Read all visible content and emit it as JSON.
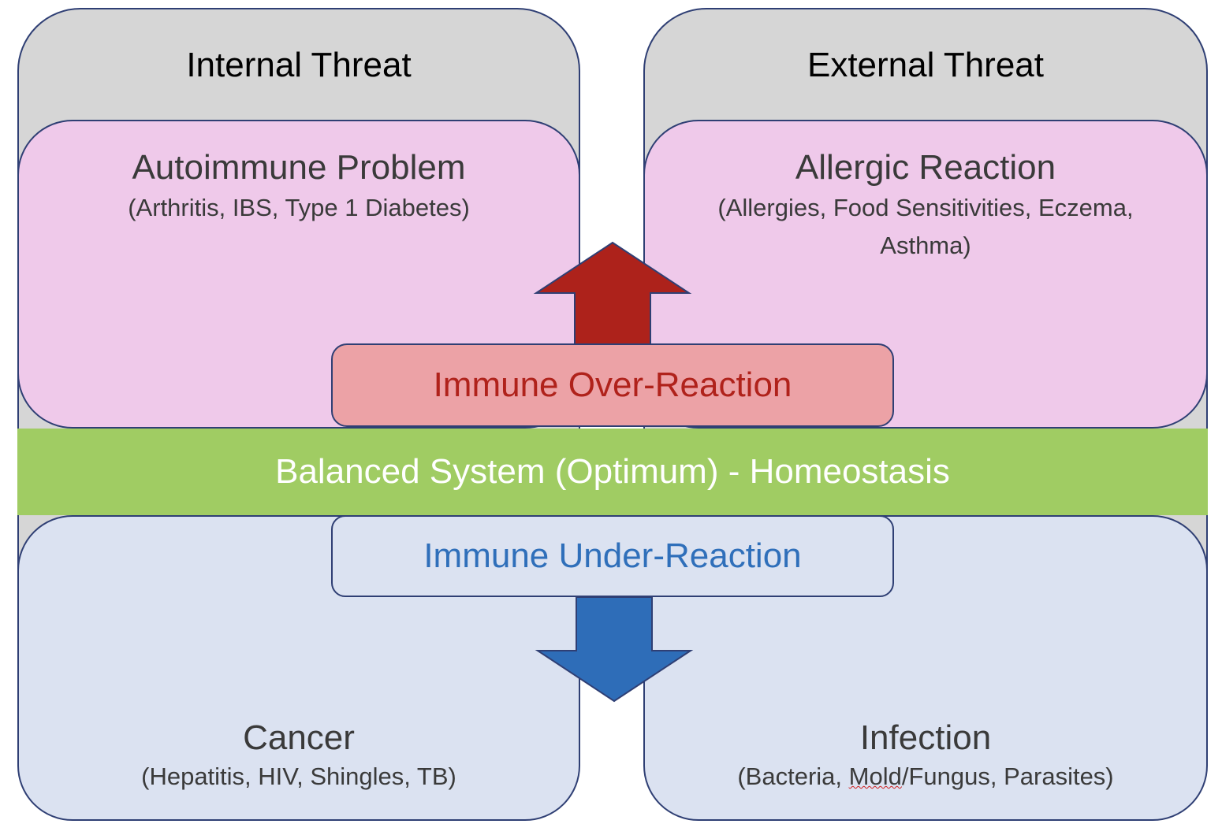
{
  "columns": {
    "internal": {
      "title": "Internal Threat"
    },
    "external": {
      "title": "External Threat"
    }
  },
  "quadrants": {
    "autoimmune": {
      "title": "Autoimmune Problem",
      "examples": "(Arthritis, IBS, Type 1 Diabetes)"
    },
    "allergic": {
      "title": "Allergic Reaction",
      "examples_line1": "(Allergies, Food Sensitivities, Eczema,",
      "examples_line2": "Asthma)"
    },
    "cancer": {
      "title": "Cancer",
      "examples": "(Hepatitis, HIV, Shingles, TB)"
    },
    "infection": {
      "title": "Infection",
      "examples_prefix": "(Bacteria, ",
      "examples_flagged": "Mold",
      "examples_suffix": "/Fungus, Parasites)"
    }
  },
  "center": {
    "balance_label": "Balanced System (Optimum) - Homeostasis",
    "over_reaction_label": "Immune Over-Reaction",
    "under_reaction_label": "Immune Under-Reaction"
  },
  "colors": {
    "up_arrow": "#ad221b",
    "down_arrow": "#2e6db8",
    "balance_band": "#a0cc63",
    "over_reaction_fill": "#eca2a6",
    "over_reaction_text": "#b0221b",
    "under_reaction_text": "#2f6fba",
    "pink_region": "#efc9ea",
    "blue_region": "#dbe2f1",
    "grey_column": "#d6d6d6"
  }
}
